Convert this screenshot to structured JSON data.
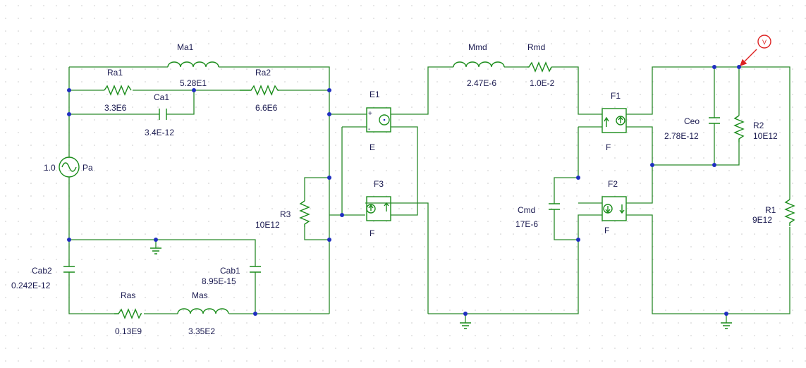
{
  "components": {
    "Ma1": {
      "name": "Ma1",
      "value": "5.28E1"
    },
    "Ra1": {
      "name": "Ra1",
      "value": "3.3E6"
    },
    "Ra2": {
      "name": "Ra2",
      "value": "6.6E6"
    },
    "Ca1": {
      "name": "Ca1",
      "value": "3.4E-12"
    },
    "Pa": {
      "name": "Pa",
      "value": "1.0"
    },
    "E1": {
      "name": "E1",
      "type": "E"
    },
    "F3": {
      "name": "F3",
      "type": "F"
    },
    "R3": {
      "name": "R3",
      "value": "10E12"
    },
    "Cab2": {
      "name": "Cab2",
      "value": "0.242E-12"
    },
    "Cab1": {
      "name": "Cab1",
      "value": "8.95E-15"
    },
    "Ras": {
      "name": "Ras",
      "value": "0.13E9"
    },
    "Mas": {
      "name": "Mas",
      "value": "3.35E2"
    },
    "Mmd": {
      "name": "Mmd",
      "value": "2.47E-6"
    },
    "Rmd": {
      "name": "Rmd",
      "value": "1.0E-2"
    },
    "F1": {
      "name": "F1",
      "type": "F"
    },
    "F2": {
      "name": "F2",
      "type": "F"
    },
    "Cmd": {
      "name": "Cmd",
      "value": "17E-6"
    },
    "Ceo": {
      "name": "Ceo",
      "value": "2.78E-12"
    },
    "R2": {
      "name": "R2",
      "value": "10E12"
    },
    "R1": {
      "name": "R1",
      "value": "9E12"
    }
  },
  "probe": {
    "label": "V"
  },
  "colors": {
    "wire": "#2a8a2a",
    "junction": "#1f2fc0",
    "probe": "#dd2222",
    "text": "#1a1a50"
  }
}
